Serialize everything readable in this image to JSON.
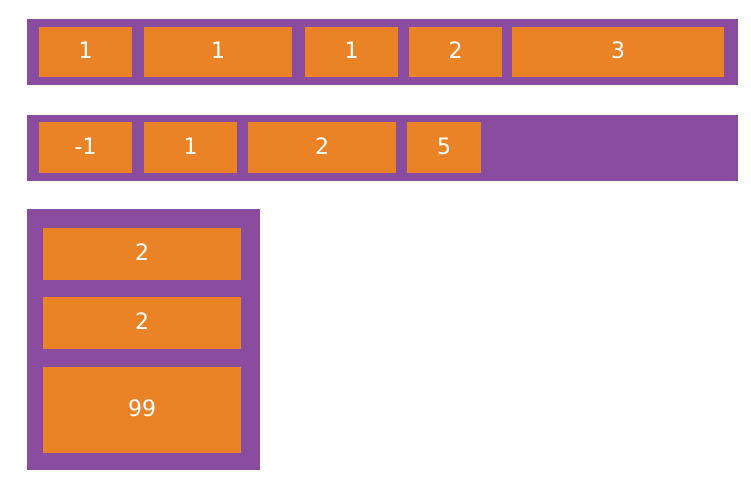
{
  "colors": {
    "container": "#8A4C9E",
    "item": "#E98325",
    "text": "#ffffff"
  },
  "rows": [
    {
      "items": [
        "1",
        "1",
        "1",
        "2",
        "3"
      ]
    },
    {
      "items": [
        "-1",
        "1",
        "2",
        "5"
      ]
    }
  ],
  "column": {
    "items": [
      "2",
      "2",
      "99"
    ]
  }
}
